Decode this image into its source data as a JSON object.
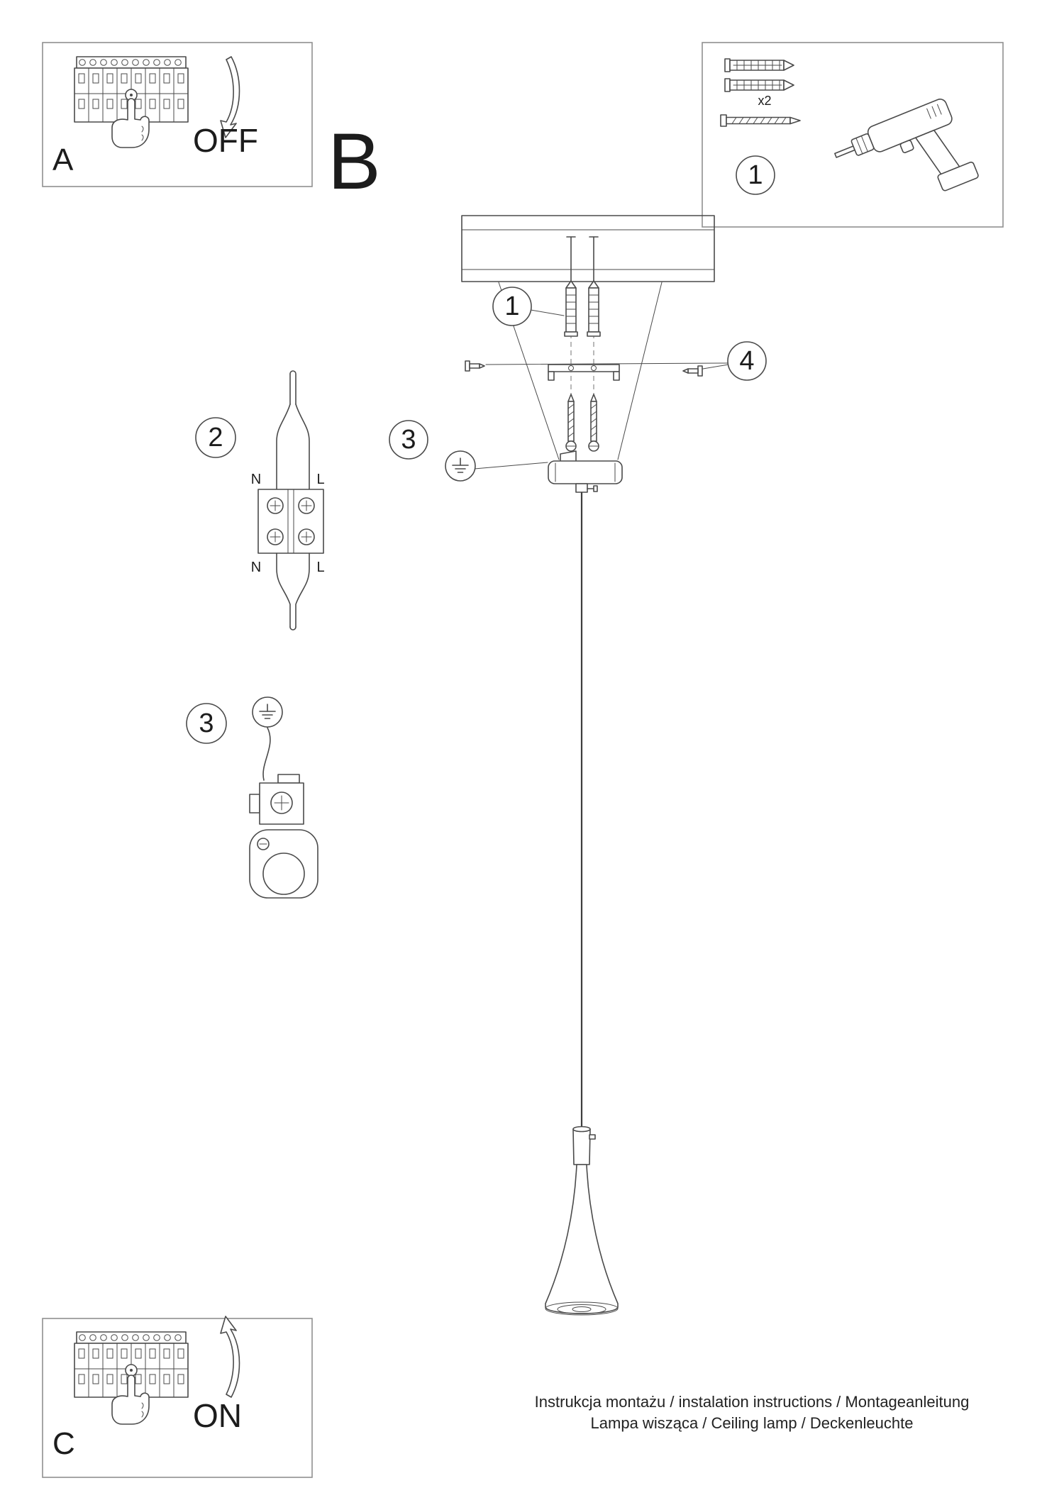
{
  "colors": {
    "line": "#4a4a4a",
    "background": "#ffffff"
  },
  "panel_a": {
    "label": "A",
    "switch_state": "OFF"
  },
  "section_b": {
    "label": "B"
  },
  "tools_panel": {
    "step_number": "1",
    "anchor_quantity": "x2"
  },
  "assembly": {
    "anchor_step": "1",
    "ground_step": "3",
    "screw_step": "4"
  },
  "wiring_detail": {
    "step_number": "2",
    "top_left_label": "N",
    "top_right_label": "L",
    "bottom_left_label": "N",
    "bottom_right_label": "L"
  },
  "ground_detail": {
    "step_number": "3"
  },
  "panel_c": {
    "label": "C",
    "switch_state": "ON"
  },
  "footer": {
    "line1": "Instrukcja montażu / instalation instructions / Montageanleitung",
    "line2": "Lampa wisząca / Ceiling lamp / Deckenleuchte"
  }
}
